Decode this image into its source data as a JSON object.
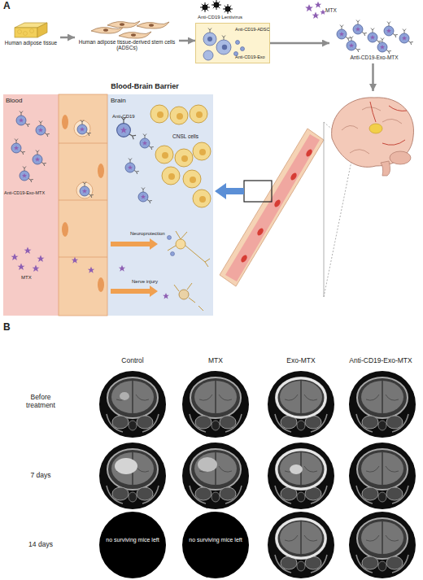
{
  "diagram": {
    "nodes": [
      {
        "text": [
          "Human adipose tissue"
        ]
      },
      {
        "text": [
          "Human adipose tissue-derived stem cells (ADSCs)"
        ]
      },
      {
        "text": [
          "Anti-CD19 Lentivirus",
          "Anti-CD19-ADSC",
          "Anti-CD19-Exo"
        ]
      },
      {
        "text": [
          "MTX"
        ]
      },
      {
        "text": [
          "Anti-CD19-Exo-MTX"
        ]
      },
      {
        "text": [
          "Blood-Brain Barrier"
        ]
      },
      {
        "text": [
          "Blood",
          "Anti-CD19-Exo-MTX",
          "MTX"
        ],
        "in": 5
      },
      {
        "text": [
          "Brain",
          "Anti-CD19",
          "CNSL cells",
          "Neuroprotection",
          "Nerve injury"
        ],
        "in": 5
      },
      {
        "text": [
          "CNSL"
        ]
      },
      {
        "text": [
          "no surviving mice left"
        ]
      },
      {
        "text": [
          "no surviving mice left"
        ]
      }
    ],
    "edges": [
      {
        "from": 0,
        "to": 1,
        "arrow": "to"
      },
      {
        "from": 1,
        "to": 2,
        "arrow": "to"
      },
      {
        "from": 2,
        "to": 4,
        "arrow": "to"
      },
      {
        "from": 4,
        "to": 8,
        "arrow": "to"
      }
    ],
    "labels": [
      "A",
      "B",
      "Control",
      "MTX",
      "Exo-MTX",
      "Anti-CD19-Exo-MTX",
      "Before treatment",
      "7 days",
      "14 days"
    ]
  }
}
